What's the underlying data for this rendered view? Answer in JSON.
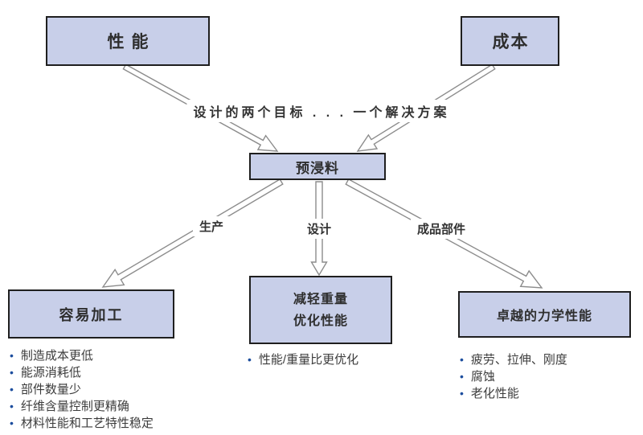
{
  "diagram": {
    "top_boxes": {
      "performance": {
        "label": "性能"
      },
      "cost": {
        "label": "成本"
      }
    },
    "goal_text": "设计的两个目标 . . . 一个解决方案",
    "center_box": {
      "label": "预浸料"
    },
    "branch_labels": {
      "production": {
        "label": "生产"
      },
      "design": {
        "label": "设计"
      },
      "finished_parts": {
        "label": "成品部件"
      }
    },
    "bottom_sections": {
      "easy_processing": {
        "box_label": "容易加工",
        "bullets": [
          "制造成本更低",
          "能源消耗低",
          "部件数量少",
          "纤维含量控制更精确",
          "材料性能和工艺特性稳定"
        ]
      },
      "weight_performance": {
        "box_label_lines": [
          "减轻重量",
          "优化性能"
        ],
        "bullets": [
          "性能/重量比更优化"
        ]
      },
      "mechanical": {
        "box_label": "卓越的力学性能",
        "bullets": [
          "疲劳、拉伸、刚度",
          "腐蚀",
          "老化性能"
        ]
      }
    },
    "colors": {
      "box_fill": "#c8cfe9",
      "box_border": "#1f1f1f",
      "arrow_stroke": "#8c8c8c",
      "bullet_dot": "#1d4e9e",
      "text": "#3c3c3c"
    }
  }
}
